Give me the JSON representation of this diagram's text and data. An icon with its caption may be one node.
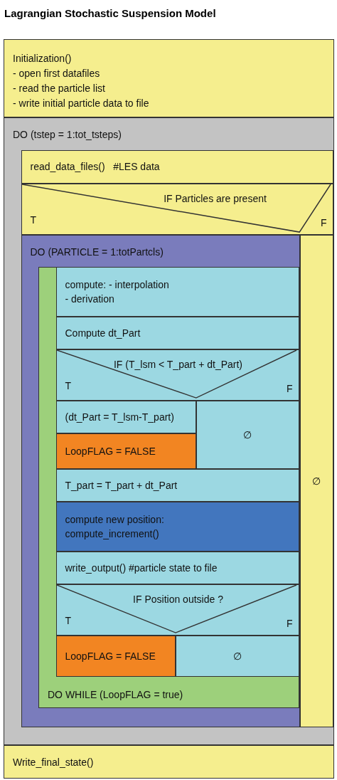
{
  "diagram": {
    "title": "Lagrangian Stochastic Suspension Model",
    "nodes": [
      {
        "text": [
          "Initialization()",
          "- open first datafiles",
          "- read the particle list",
          "- write initial particle data to file"
        ]
      },
      {
        "text": [
          "DO (tstep = 1:tot_tsteps)"
        ]
      },
      {
        "text": [
          "read_data_files()   #LES data"
        ],
        "in": 1
      },
      {
        "text": [
          "IF Particles are present",
          "T",
          "F"
        ],
        "in": 1
      },
      {
        "text": [
          "DO (PARTICLE = 1:totPartcls)"
        ],
        "in": 1
      },
      {
        "text": [
          "DO WHILE (LoopFLAG = true)"
        ],
        "in": 4
      },
      {
        "text": [
          "compute: - interpolation - derivation"
        ],
        "in": 5
      },
      {
        "text": [
          "Compute dt_Part"
        ],
        "in": 5
      },
      {
        "text": [
          "IF  (T_lsm < T_part + dt_Part)",
          "T",
          "F"
        ],
        "in": 5
      },
      {
        "text": [
          "(dt_Part = T_lsm-T_part)"
        ],
        "in": 5
      },
      {
        "text": [
          "LoopFLAG = FALSE"
        ],
        "in": 5
      },
      {
        "text": [
          "∅"
        ],
        "in": 5
      },
      {
        "text": [
          "T_part = T_part + dt_Part"
        ],
        "in": 5
      },
      {
        "text": [
          "compute new position: compute_increment()"
        ],
        "in": 5
      },
      {
        "text": [
          "write_output() #particle state to file"
        ],
        "in": 5
      },
      {
        "text": [
          "IF Position outside ?",
          "T",
          "F"
        ],
        "in": 5
      },
      {
        "text": [
          "LoopFLAG = FALSE"
        ],
        "in": 5
      },
      {
        "text": [
          "∅"
        ],
        "in": 5
      },
      {
        "text": [
          "∅"
        ],
        "in": 1
      },
      {
        "text": [
          "Write_final_state()"
        ]
      }
    ]
  }
}
